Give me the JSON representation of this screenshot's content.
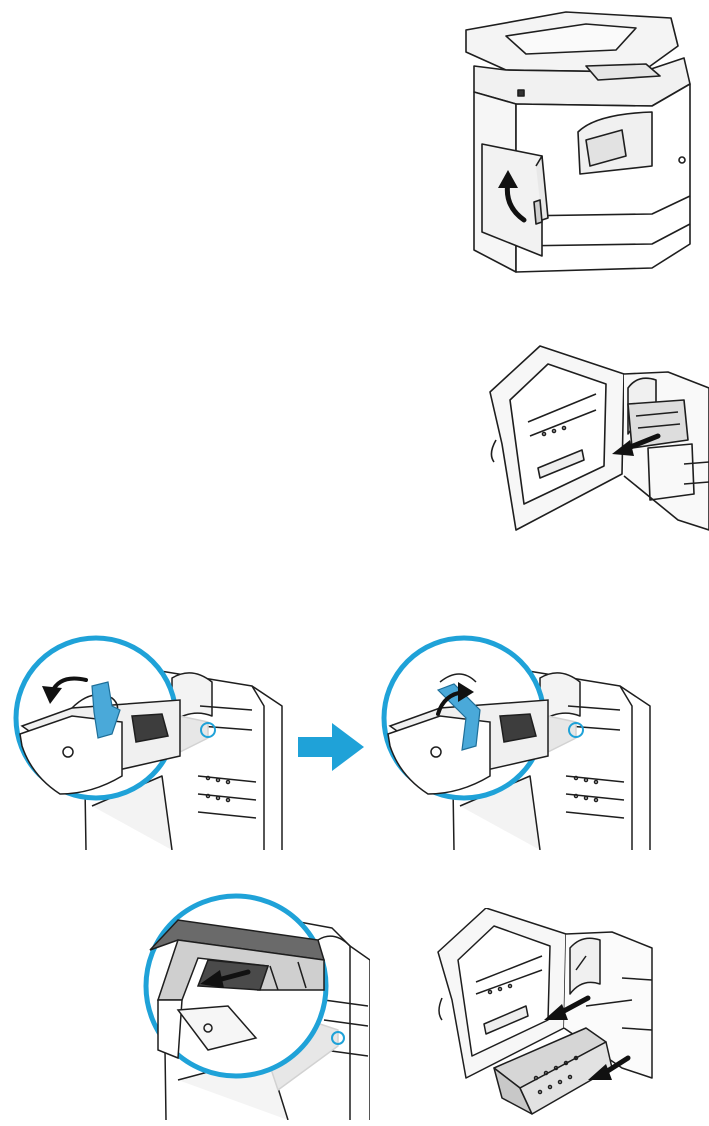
{
  "figures": [
    {
      "id": "printer-open-side-door",
      "icon": "printer-with-rotate-arrow"
    },
    {
      "id": "side-door-pull-tray",
      "icon": "open-door-with-arrow"
    },
    {
      "id": "lever-before",
      "icon": "blue-lever-zoom"
    },
    {
      "id": "lever-after",
      "icon": "blue-lever-rotated-zoom"
    },
    {
      "id": "slide-tray-zoom",
      "icon": "tray-slide-zoom"
    },
    {
      "id": "remove-tray",
      "icon": "tray-removed-with-arrows"
    }
  ],
  "colors": {
    "line": "#1e1e1e",
    "gray_fill": "#eeeeee",
    "dark_fill": "#555555",
    "accent_blue": "#1fa2d8",
    "lever_blue": "#4aa9d9"
  }
}
